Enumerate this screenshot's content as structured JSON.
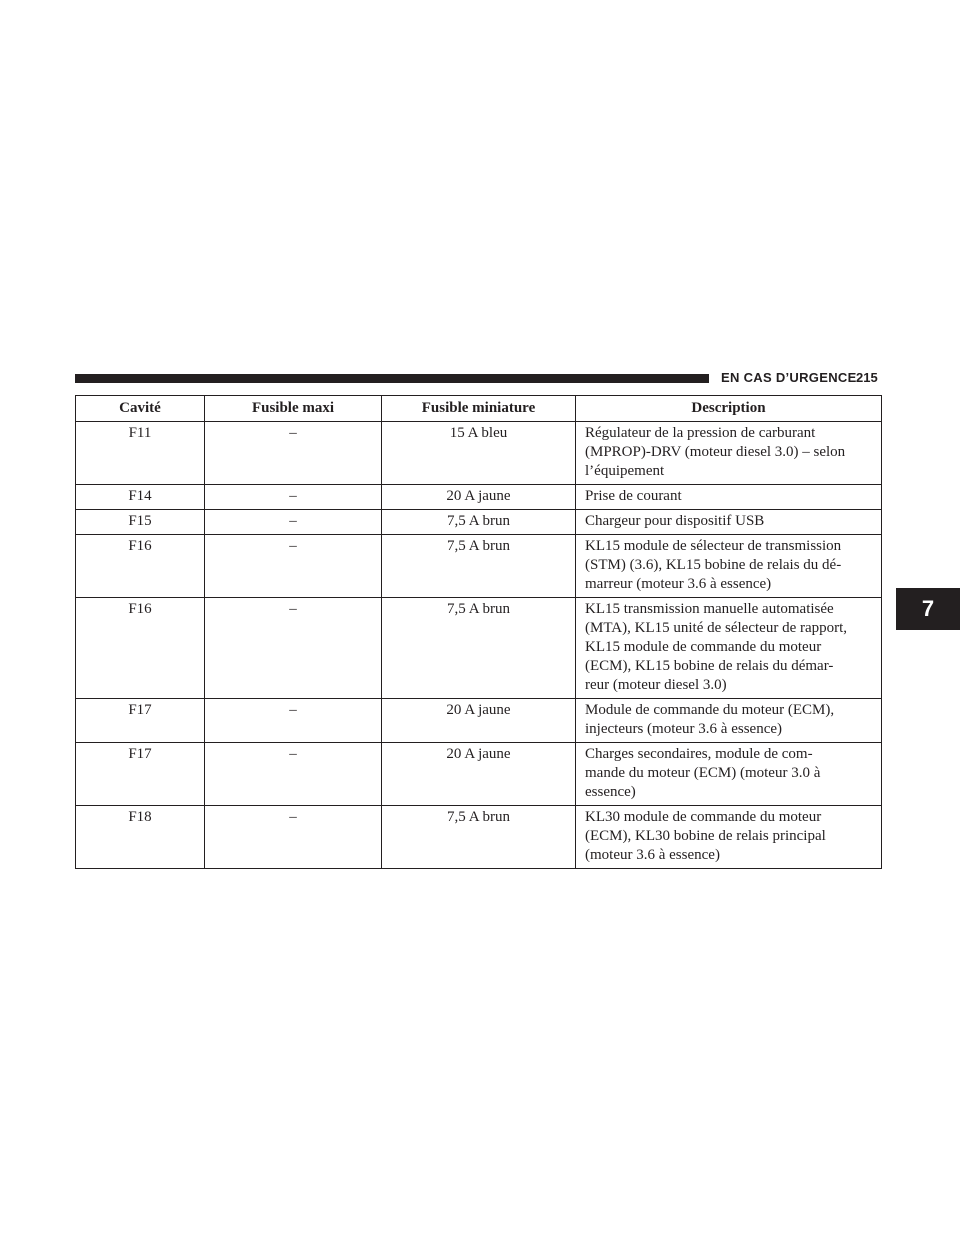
{
  "header": {
    "section_title": "EN CAS D’URGENCE",
    "page_number": "215"
  },
  "chapter_tab": "7",
  "table": {
    "columns": [
      "Cavité",
      "Fusible maxi",
      "Fusible miniature",
      "Description"
    ],
    "rows": [
      {
        "cavite": "F11",
        "maxi": "–",
        "mini": "15 A bleu",
        "desc": [
          "Régulateur de la pression de carburant",
          "(MPROP)-DRV (moteur diesel 3.0) – selon",
          "l’équipement"
        ]
      },
      {
        "cavite": "F14",
        "maxi": "–",
        "mini": "20 A jaune",
        "desc": [
          "Prise de courant"
        ]
      },
      {
        "cavite": "F15",
        "maxi": "–",
        "mini": "7,5 A brun",
        "desc": [
          "Chargeur pour dispositif USB"
        ]
      },
      {
        "cavite": "F16",
        "maxi": "–",
        "mini": "7,5 A brun",
        "desc": [
          "KL15 module de sélecteur de transmission",
          "(STM) (3.6), KL15 bobine de relais du dé-",
          "marreur (moteur 3.6 à essence)"
        ]
      },
      {
        "cavite": "F16",
        "maxi": "–",
        "mini": "7,5 A brun",
        "desc": [
          "KL15 transmission manuelle automatisée",
          "(MTA), KL15 unité de sélecteur de rapport,",
          "KL15 module de commande du moteur",
          "(ECM), KL15 bobine de relais du démar-",
          "reur (moteur diesel 3.0)"
        ]
      },
      {
        "cavite": "F17",
        "maxi": "–",
        "mini": "20 A jaune",
        "desc": [
          "Module de commande du moteur (ECM),",
          "injecteurs (moteur 3.6 à essence)"
        ]
      },
      {
        "cavite": "F17",
        "maxi": "–",
        "mini": "20 A jaune",
        "desc": [
          "Charges secondaires, module de com-",
          "mande du moteur (ECM) (moteur 3.0 à",
          "essence)"
        ]
      },
      {
        "cavite": "F18",
        "maxi": "–",
        "mini": "7,5 A brun",
        "desc": [
          "KL30 module de commande du moteur",
          "(ECM), KL30 bobine de relais principal",
          "(moteur 3.6 à essence)"
        ]
      }
    ]
  }
}
